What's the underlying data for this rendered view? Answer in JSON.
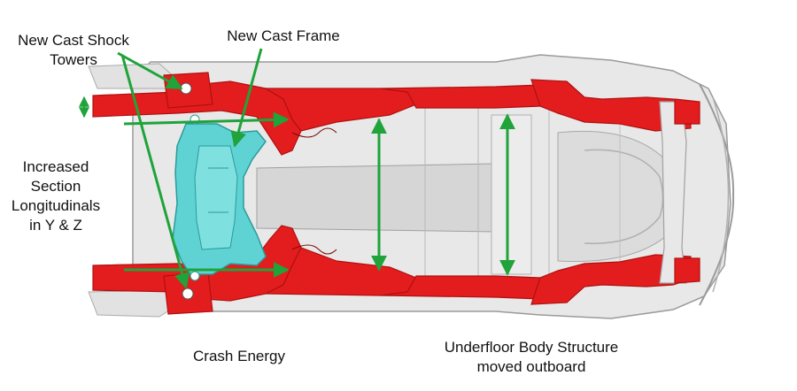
{
  "labels": {
    "shock_towers": [
      "New Cast Shock",
      "Towers"
    ],
    "cast_frame": "New Cast Frame",
    "longitudinals": [
      "Increased",
      "Section",
      "Longitudinals",
      "in Y & Z"
    ],
    "crash_energy": "Crash Energy",
    "underfloor": [
      "Underfloor Body Structure",
      "moved outboard"
    ]
  },
  "colors": {
    "structure_red": "#e31d1d",
    "structure_red_dark": "#b01010",
    "cast_frame": "#5fd3d3",
    "cast_frame_dark": "#2b9a9a",
    "body_grey": "#e6e6e6",
    "body_line": "#9a9a9a",
    "arrow_green": "#1fa33a"
  }
}
